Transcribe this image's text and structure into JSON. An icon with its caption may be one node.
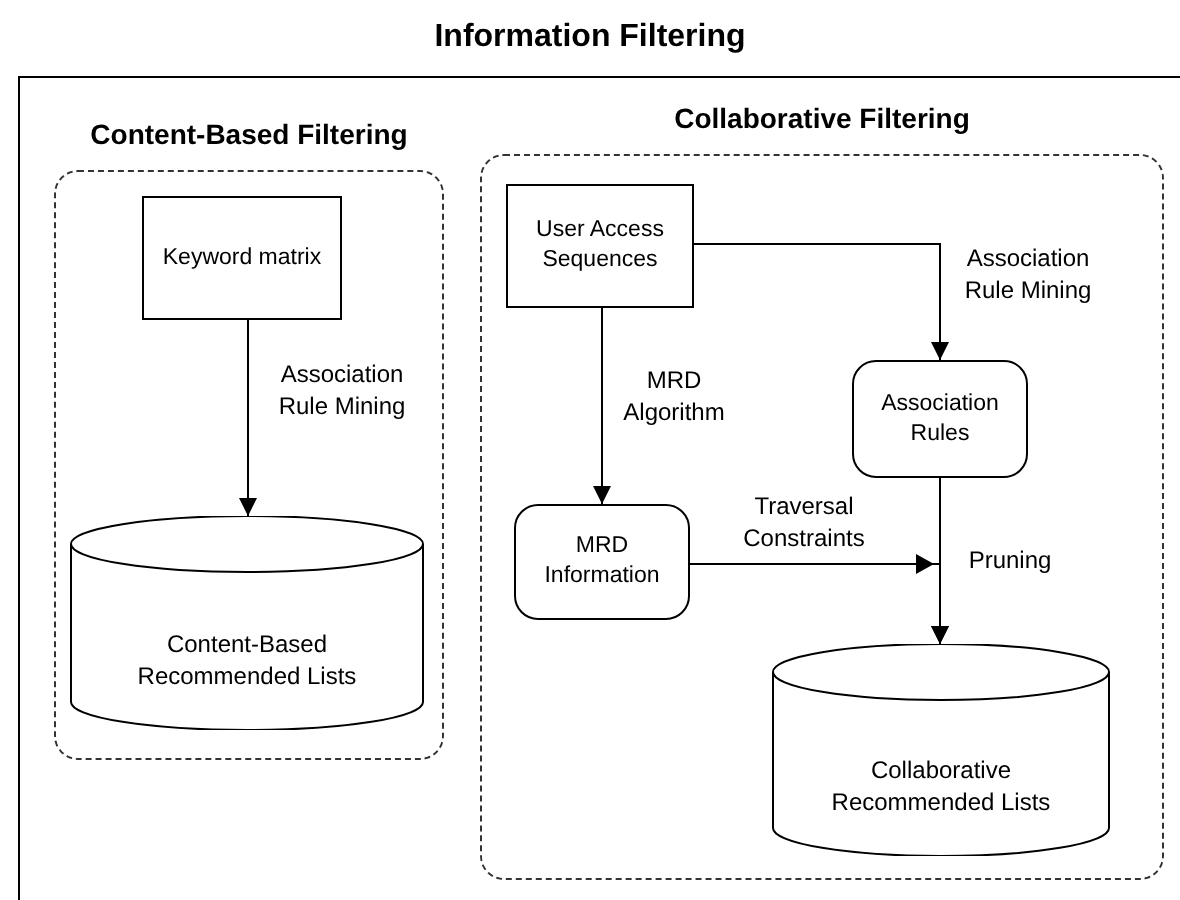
{
  "diagram": {
    "title": "Information Filtering",
    "nodes": [
      {
        "text": [],
        "shape": "box"
      },
      {
        "text": [
          "Content-Based Filtering"
        ],
        "in": 0
      },
      {
        "text": [
          "Keyword matrix"
        ],
        "in": 1
      },
      {
        "text": [
          "Content-Based Recommended Lists"
        ],
        "in": 1
      },
      {
        "text": [
          "Collaborative Filtering"
        ],
        "in": 0
      },
      {
        "text": [
          "User Access Sequences"
        ],
        "in": 4
      },
      {
        "text": [
          "Association Rules"
        ],
        "in": 4
      },
      {
        "text": [
          "MRD Information"
        ],
        "in": 4
      },
      {
        "text": [
          "Collaborative Recommended Lists"
        ],
        "in": 4
      }
    ],
    "edges": [
      {
        "from": 2,
        "to": 3,
        "arrow": "to",
        "label": "Association Rule Mining"
      },
      {
        "from": 5,
        "to": 6,
        "arrow": "to",
        "label": "Association Rule Mining"
      },
      {
        "from": 5,
        "to": 7,
        "arrow": "to",
        "label": "MRD Algorithm"
      },
      {
        "from": 6,
        "to": 8,
        "arrow": "to",
        "label": "Pruning"
      },
      {
        "from": 7,
        "to": 8,
        "arrow": "to",
        "label": "Traversal Constraints"
      }
    ]
  }
}
